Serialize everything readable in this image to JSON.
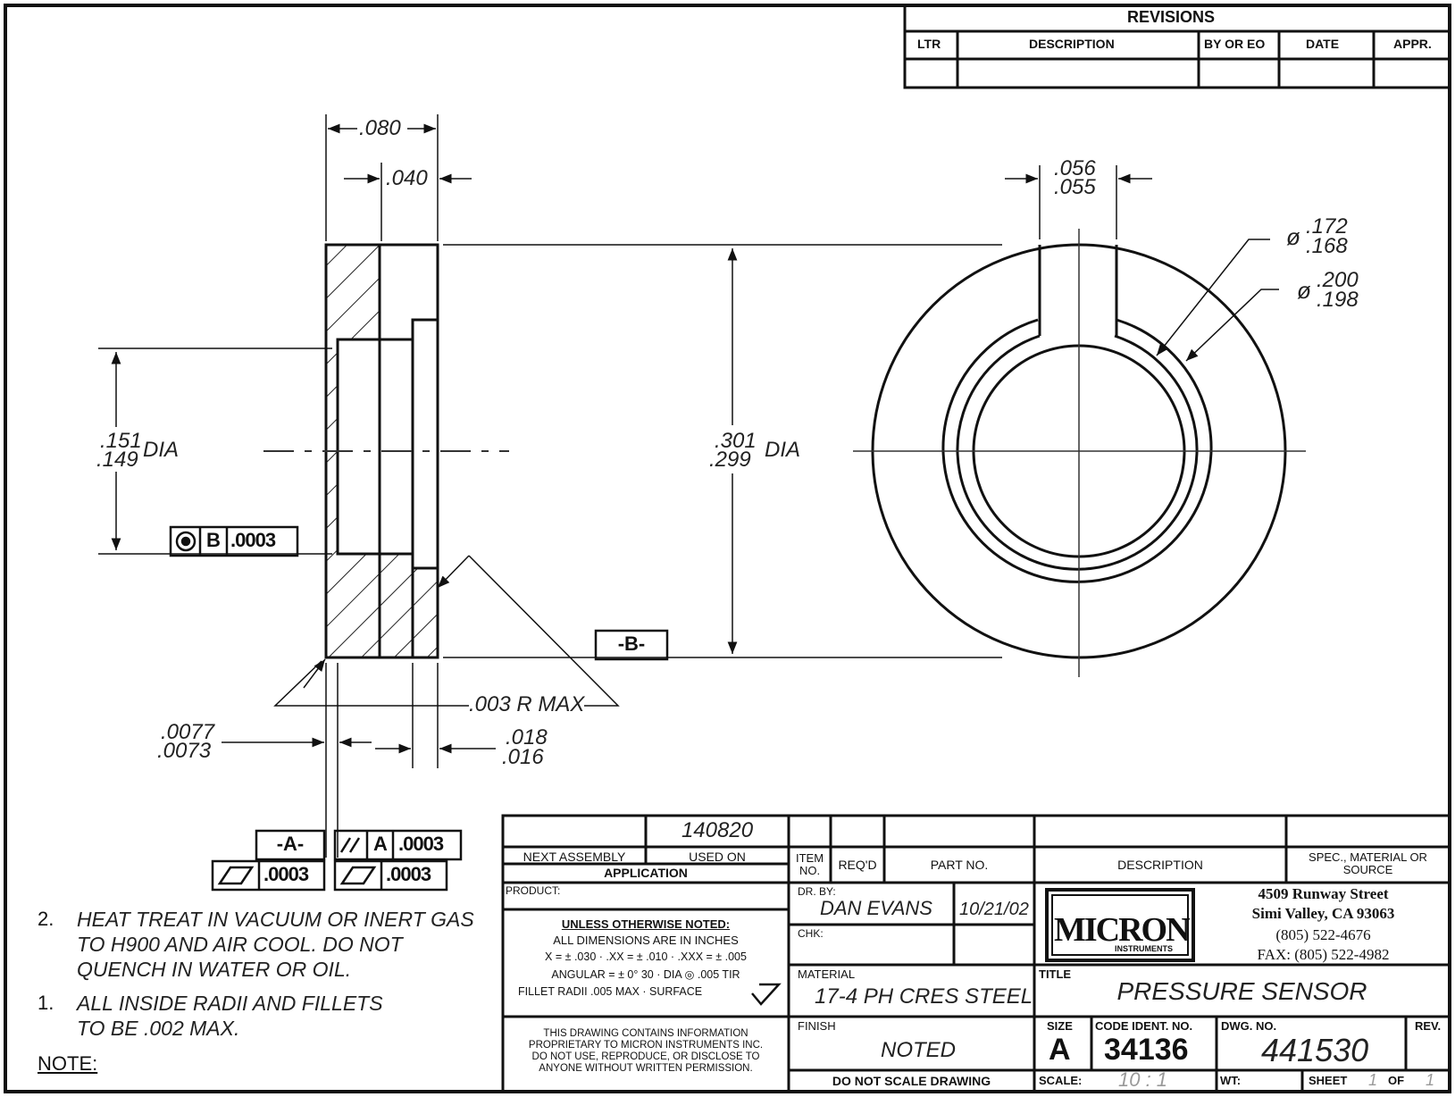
{
  "revisions": {
    "title": "REVISIONS",
    "headers": [
      "LTR",
      "DESCRIPTION",
      "BY OR EO",
      "DATE",
      "APPR."
    ]
  },
  "dimensions": {
    "overall_length": ".080",
    "step_length": ".040",
    "slot_width_max": ".056",
    "slot_width_min": ".055",
    "groove_dia_max": ".172",
    "groove_dia_min": ".168",
    "groove2_dia_max": ".200",
    "groove2_dia_min": ".198",
    "bore_dia_max": ".151",
    "bore_dia_min": ".149",
    "bore_dia_suffix": "DIA",
    "outer_dia_max": ".301",
    "outer_dia_min": ".299",
    "outer_dia_suffix": "DIA",
    "radius_note": ".003 R MAX",
    "flange_thk_max": ".0077",
    "flange_thk_min": ".0073",
    "face_step_max": ".018",
    "face_step_min": ".016",
    "dia_symbol": "ø"
  },
  "tolerance_frames": {
    "concentricity": {
      "datum": "B",
      "value": ".0003"
    },
    "datum_b": "-B-",
    "datum_a": "-A-",
    "parallelism": {
      "datum": "A",
      "value": ".0003"
    },
    "flatness_1": {
      "value": ".0003"
    },
    "flatness_2": {
      "value": ".0003"
    }
  },
  "notes": {
    "heading": "NOTE:",
    "items": [
      {
        "num": "2.",
        "lines": [
          "HEAT TREAT IN VACUUM OR INERT GAS",
          "TO H900 AND AIR COOL.  DO NOT",
          "QUENCH IN WATER OR OIL."
        ]
      },
      {
        "num": "1.",
        "lines": [
          "ALL INSIDE RADII AND FILLETS",
          "TO BE .002 MAX."
        ]
      }
    ]
  },
  "title_block": {
    "next_assembly_value": "140820",
    "next_assembly_label": "NEXT ASSEMBLY",
    "used_on_label": "USED ON",
    "application_label": "APPLICATION",
    "item_no_label_1": "ITEM",
    "item_no_label_2": "NO.",
    "reqd_label": "REQ'D",
    "part_no_label": "PART NO.",
    "description_label": "DESCRIPTION",
    "spec_label_1": "SPEC., MATERIAL OR",
    "spec_label_2": "SOURCE",
    "product_label": "PRODUCT:",
    "unless_noted": "UNLESS OTHERWISE NOTED:",
    "tol_lines": [
      "ALL DIMENSIONS ARE IN INCHES",
      "X = ± .030  ·  .XX = ± .010  ·  .XXX = ± .005",
      "ANGULAR = ± 0° 30  · DIA ◎ .005 TIR",
      "FILLET RADII .005 MAX  · SURFACE"
    ],
    "proprietary_lines": [
      "THIS DRAWING CONTAINS INFORMATION",
      "PROPRIETARY TO MICRON INSTRUMENTS INC.",
      "DO NOT USE, REPRODUCE, OR DISCLOSE TO",
      "ANYONE WITHOUT WRITTEN PERMISSION."
    ],
    "dr_by_label": "DR. BY:",
    "dr_by_value": "DAN EVANS",
    "dr_date": "10/21/02",
    "chk_label": "CHK:",
    "material_label": "MATERIAL",
    "material_value": "17-4 PH CRES STEEL",
    "finish_label": "FINISH",
    "finish_value": "NOTED",
    "do_not_scale": "DO  NOT  SCALE  DRAWING",
    "company_logo_text": "MICRON",
    "company_logo_sub": "INSTRUMENTS",
    "address_line1": "4509 Runway Street",
    "address_line2": "Simi Valley, CA  93063",
    "phone": "(805) 522-4676",
    "fax": "FAX: (805) 522-4982",
    "title_label": "TITLE",
    "title_value": "PRESSURE SENSOR",
    "size_label": "SIZE",
    "size_value": "A",
    "code_ident_label": "CODE IDENT. NO.",
    "code_ident_value": "34136",
    "dwg_no_label": "DWG. NO.",
    "dwg_no_value": "441530",
    "rev_label": "REV.",
    "scale_label": "SCALE:",
    "scale_value": "10 : 1",
    "wt_label": "WT:",
    "sheet_label": "SHEET",
    "sheet_value": "1",
    "of_label": "OF",
    "of_value": "1"
  }
}
